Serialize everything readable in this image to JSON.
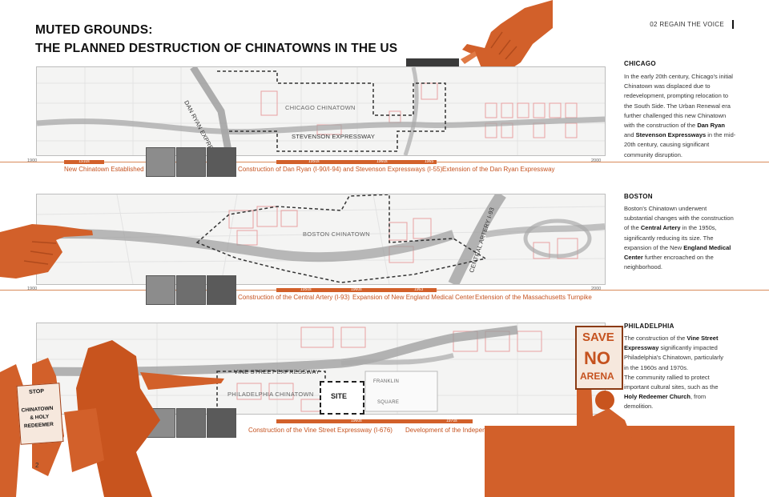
{
  "header": {
    "title_line1": "MUTED GROUNDS:",
    "title_line2": "THE PLANNED DESTRUCTION OF CHINATOWNS IN THE US",
    "section_label": "02 REGAIN THE VOICE"
  },
  "chicago": {
    "heading": "CHICAGO",
    "body_html": "In the early 20th century, Chicago's initial Chinatown was displaced due to redevelopment, prompting relocation to the South Side. The Urban Renewal era further challenged this new Chinatown with the construction of the <b>Dan Ryan</b> and <b>Stevenson Expressways</b> in the mid-20th century, causing significant community disruption.",
    "map_chinatown": "CHICAGO CHINATOWN",
    "road_dan_ryan": "DAN RYAN EXPRESSWAY",
    "road_stevenson": "STEVENSON EXPRESSWAY",
    "year_start": "1900",
    "year_end": "2000",
    "seg_1910s": "1910s",
    "seg_1950s": "1950s",
    "seg_1960s": "1960s",
    "seg_1965": "1965",
    "event_1": "New Chinatown Established",
    "event_2": "Construction of Dan Ryan (I-90/I-94) and Stevenson Expressways (I-55)",
    "event_3": "Extension of the Dan Ryan Expressway"
  },
  "boston": {
    "heading": "BOSTON",
    "body_html": "Boston's Chinatown underwent substantial changes with the construction of the <b>Central Artery</b> in the 1950s, significantly reducing its size. The expansion of the New <b>England Medical Center</b> further encroached on the neighborhood.",
    "map_chinatown": "BOSTON CHINATOWN",
    "road_central_artery": "CENTRAL ARTERY I-93",
    "year_start": "1900",
    "year_end": "2000",
    "seg_1950s": "1950s",
    "seg_1960s": "1960s",
    "seg_1963": "1963",
    "event_1": "Construction of the Central Artery (I-93)",
    "event_2": "Expansion of New England Medical Center",
    "event_3": "Extension of the Massachusetts Turnpike"
  },
  "philadelphia": {
    "heading": "PHILADELPHIA",
    "body_html": "The construction of the <b>Vine Street Expressway</b> significantly impacted Philadelphia's Chinatown, particularly in the 1960s and 1970s.<br>The community rallied to protect important cultural sites, such as the <b>Holy Redeemer Church</b>, from demolition.",
    "map_chinatown": "PHILADELPHIA CHINATOWN",
    "road_vine": "VINE STREET EXPRESSWAY",
    "square_line1": "FRANKLIN",
    "square_line2": "SQUARE",
    "site_label": "SITE",
    "seg_1960s": "1960s",
    "seg_1970s": "1970s",
    "event_1": "Construction of the Vine Street Expressway (I-676)",
    "event_2": "Development of the Independence Mall Redevelopment Area",
    "sign_stop_1": "STOP",
    "sign_stop_2": "CHINATOWN",
    "sign_stop_3": "& HOLY",
    "sign_stop_4": "REDEEMER",
    "sign_save_1": "SAVE",
    "sign_save_2": "NO",
    "sign_save_3": "ARENA"
  },
  "footer": {
    "page_number": "2"
  },
  "colors": {
    "accent": "#d2602a",
    "map_bg": "#f4f4f3",
    "red_lines": "#e8a0a0"
  }
}
